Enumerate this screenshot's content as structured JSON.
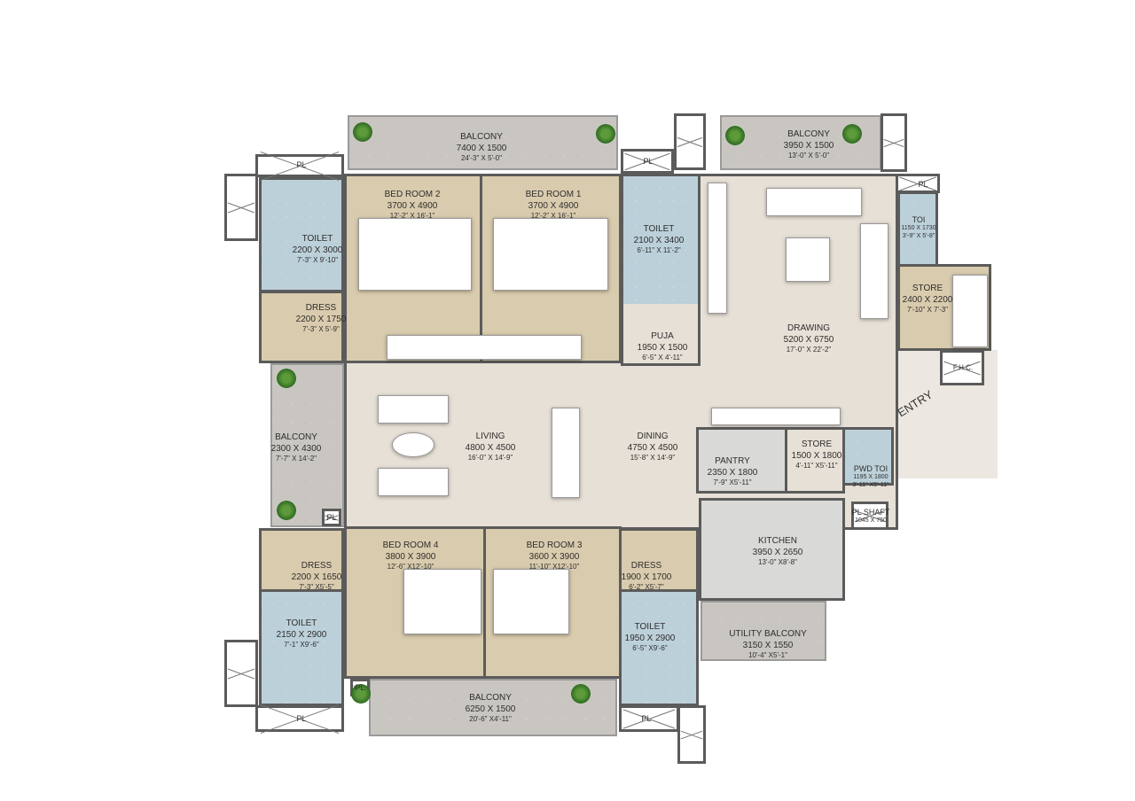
{
  "plan": {
    "rooms": {
      "balcony_top_left": {
        "name": "BALCONY",
        "mm": "7400 X 1500",
        "ft": "24'-3\" X 5'-0\""
      },
      "balcony_top_right": {
        "name": "BALCONY",
        "mm": "3950 X 1500",
        "ft": "13'-0\" X 5'-0\""
      },
      "bedroom2": {
        "name": "BED ROOM 2",
        "mm": "3700 X 4900",
        "ft": "12'-2\" X 16'-1\""
      },
      "bedroom1": {
        "name": "BED ROOM 1",
        "mm": "3700 X 4900",
        "ft": "12'-2\" X 16'-1\""
      },
      "toilet_tl": {
        "name": "TOILET",
        "mm": "2200 X 3000",
        "ft": "7'-3\" X 9'-10\""
      },
      "dress_tl": {
        "name": "DRESS",
        "mm": "2200 X 1750",
        "ft": "7'-3\" X 5'-9\""
      },
      "toilet_tr": {
        "name": "TOILET",
        "mm": "2100 X 3400",
        "ft": "6'-11\" X 11'-2\""
      },
      "puja": {
        "name": "PUJA",
        "mm": "1950 X 1500",
        "ft": "6'-5\" X 4'-11\""
      },
      "drawing": {
        "name": "DRAWING",
        "mm": "5200 X 6750",
        "ft": "17'-0\" X 22'-2\""
      },
      "toi": {
        "name": "TOI",
        "mm": "1150 X 1730",
        "ft": "3'-9\" X 5'-8\""
      },
      "store_right": {
        "name": "STORE",
        "mm": "2400 X 2200",
        "ft": "7'-10\" X 7'-3\""
      },
      "living": {
        "name": "LIVING",
        "mm": "4800 X 4500",
        "ft": "16'-0\" X 14'-9\""
      },
      "dining": {
        "name": "DINING",
        "mm": "4750 X 4500",
        "ft": "15'-8\" X 14'-9\""
      },
      "balcony_side": {
        "name": "BALCONY",
        "mm": "2300 X 4300",
        "ft": "7'-7\" X 14'-2\""
      },
      "pantry": {
        "name": "PANTRY",
        "mm": "2350 X 1800",
        "ft": "7'-9\" X5'-11\""
      },
      "store_mid": {
        "name": "STORE",
        "mm": "1500 X 1800",
        "ft": "4'-11\" X5'-11\""
      },
      "pwd_toi": {
        "name": "PWD TOI",
        "mm": "1195 X 1800",
        "ft": "3'-11\" X5'-11\""
      },
      "pl_shaft": {
        "name": "PL SHAFT",
        "mm": "1045 X 750"
      },
      "kitchen": {
        "name": "KITCHEN",
        "mm": "3950 X 2650",
        "ft": "13'-0\" X8'-8\""
      },
      "bedroom4": {
        "name": "BED ROOM 4",
        "mm": "3800 X 3900",
        "ft": "12'-6\" X12'-10\""
      },
      "bedroom3": {
        "name": "BED ROOM 3",
        "mm": "3600 X 3900",
        "ft": "11'-10\" X12'-10\""
      },
      "dress_bl": {
        "name": "DRESS",
        "mm": "2200 X 1650",
        "ft": "7'-3\" X5'-5\""
      },
      "dress_br": {
        "name": "DRESS",
        "mm": "1900 X 1700",
        "ft": "6'-2\" X5'-7\""
      },
      "toilet_bl": {
        "name": "TOILET",
        "mm": "2150 X 2900",
        "ft": "7'-1\" X9'-6\""
      },
      "toilet_br": {
        "name": "TOILET",
        "mm": "1950 X 2900",
        "ft": "6'-5\" X9'-6\""
      },
      "utility_balcony": {
        "name": "UTILITY BALCONY",
        "mm": "3150 X 1550",
        "ft": "10'-4\" X5'-1\""
      },
      "balcony_bottom": {
        "name": "BALCONY",
        "mm": "6250 X 1500",
        "ft": "20'-6\" X4'-11\""
      }
    },
    "entry_label": "ENTRY",
    "pl_label": "PL",
    "fhc_label": "F.H.C.",
    "colors": {
      "wall": "#5b5b5b",
      "floor": "#e7e0d6",
      "wood": "#d9cbad",
      "tile": "#bcd0d9",
      "balcony": "#c9c6c1"
    }
  }
}
